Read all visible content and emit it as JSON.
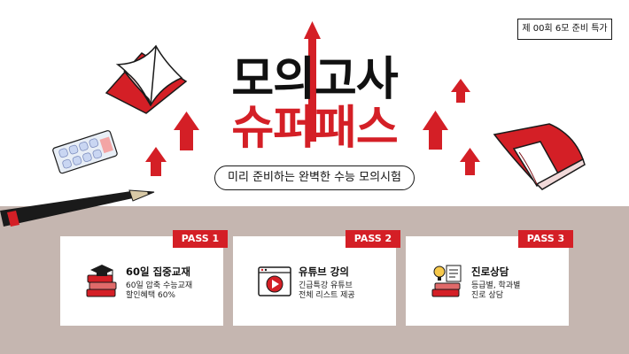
{
  "banner": {
    "tag": "제 00회 6모 준비 특가",
    "title_line1": "모의고사",
    "title_line2": "슈퍼패스",
    "subtitle": "미리 준비하는 완벽한 수능 모의시험"
  },
  "passes": [
    {
      "badge": "PASS 1",
      "title": "60일 집중교재",
      "desc_line1": "60일 압축 수능교재",
      "desc_line2": "할인혜택 60%",
      "icon": "books-graduation-cap-icon"
    },
    {
      "badge": "PASS 2",
      "title": "유튜브 강의",
      "desc_line1": "긴급특강 유튜브",
      "desc_line2": "전체 리스트 제공",
      "icon": "video-play-icon"
    },
    {
      "badge": "PASS 3",
      "title": "진로상담",
      "desc_line1": "등급별, 학과별",
      "desc_line2": "진로 상담",
      "icon": "books-lightbulb-icon"
    }
  ],
  "colors": {
    "accent": "#d41f26",
    "band": "#c5b6b0",
    "ink": "#111111"
  }
}
